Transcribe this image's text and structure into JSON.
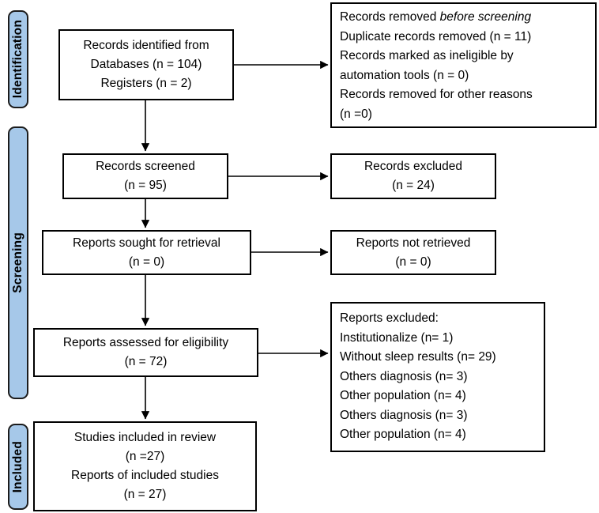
{
  "figure": {
    "background": "#ffffff",
    "stage_fill": "#a6c8e9",
    "stage_border": "#1c1c1c",
    "box_border": "#000000",
    "arrow_color": "#000000"
  },
  "stages": {
    "identification": "Identification",
    "screening": "Screening",
    "included": "Included"
  },
  "boxes": {
    "identified": {
      "lines": [
        "Records identified from",
        "Databases (n = 104)",
        "Registers (n = 2)"
      ]
    },
    "removed": {
      "title_prefix": "Records removed",
      "title_italic": "before screening",
      "lines": [
        "Duplicate records removed (n = 11)",
        "Records marked as ineligible by",
        "automation tools (n = 0)",
        "Records removed for other reasons",
        "(n =0)"
      ]
    },
    "screened": {
      "lines": [
        "Records screened",
        "(n = 95)"
      ]
    },
    "records_excluded": {
      "lines": [
        "Records excluded",
        "(n = 24)"
      ]
    },
    "sought": {
      "lines": [
        "Reports sought for retrieval",
        "(n = 0)"
      ]
    },
    "not_retrieved": {
      "lines": [
        "Reports not retrieved",
        "(n = 0)"
      ]
    },
    "assessed": {
      "lines": [
        "Reports assessed for eligibility",
        "(n = 72)"
      ]
    },
    "reports_excluded": {
      "lines": [
        "Reports excluded:",
        "Institutionalize (n= 1)",
        "Without sleep results (n= 29)",
        "Others diagnosis (n= 3)",
        "Other population (n= 4)",
        "Others diagnosis (n= 3)",
        "Other population (n= 4)"
      ]
    },
    "included": {
      "lines": [
        "Studies included in review",
        "(n =27)",
        "Reports of included studies",
        "(n = 27)"
      ]
    }
  }
}
